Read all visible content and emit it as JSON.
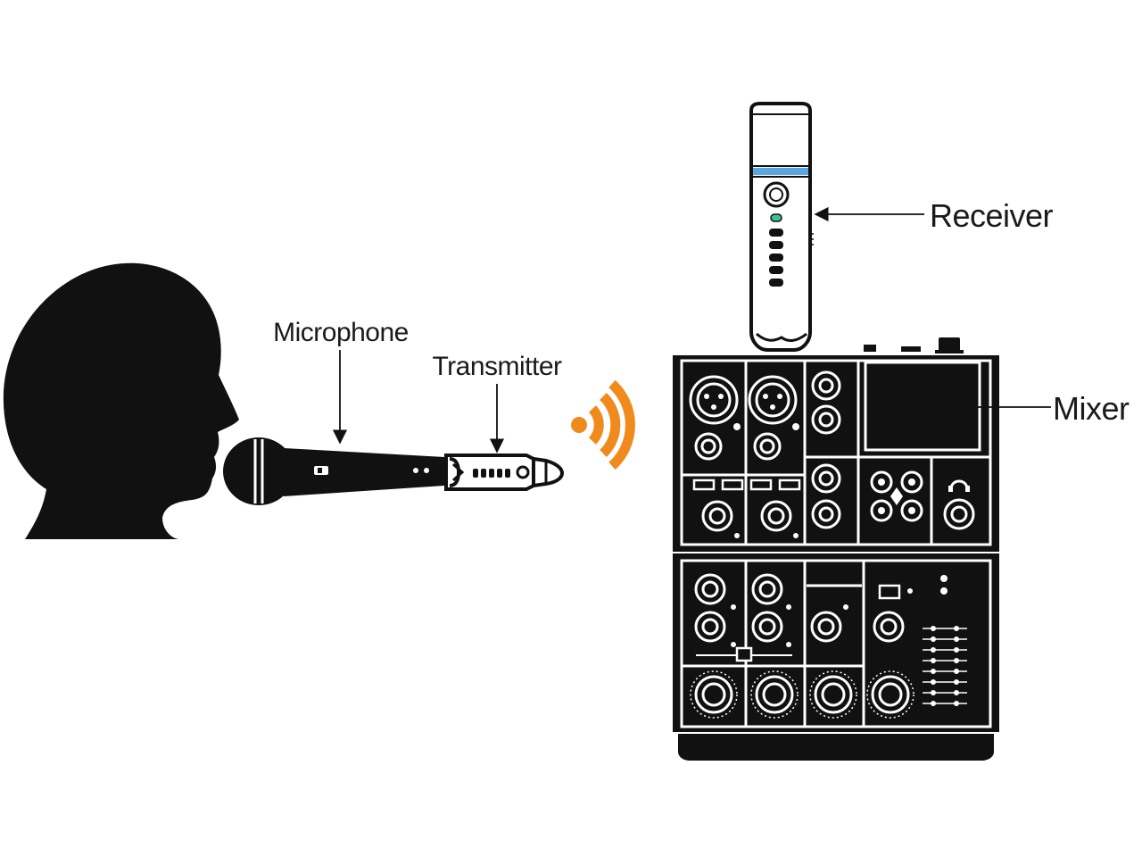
{
  "labels": {
    "microphone": "Microphone",
    "transmitter": "Transmitter",
    "receiver": "Receiver",
    "mixer": "Mixer"
  },
  "colors": {
    "ink": "#111111",
    "signal": "#f08a1c",
    "receiver_band": "#5aa6e0",
    "receiver_led": "#3fbf9a"
  },
  "icons": {
    "head": "head-silhouette-icon",
    "signal": "wireless-signal-icon",
    "headphones": "headphones-icon"
  }
}
